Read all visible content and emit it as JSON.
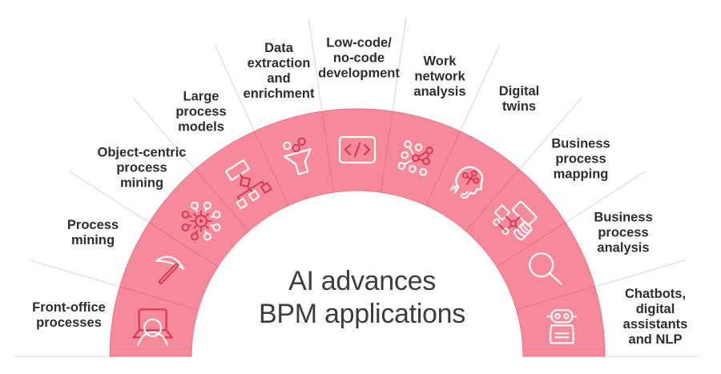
{
  "title": {
    "line1": "AI advances",
    "line2": "BPM applications"
  },
  "segments": [
    {
      "id": "front-office-processes",
      "label": "Front-office\nprocesses",
      "icon": "person-laptop-icon"
    },
    {
      "id": "process-mining",
      "label": "Process\nmining",
      "icon": "pickaxe-icon"
    },
    {
      "id": "object-centric-process-mining",
      "label": "Object-centric\nprocess\nmining",
      "icon": "hub-nodes-icon"
    },
    {
      "id": "large-process-models",
      "label": "Large\nprocess\nmodels",
      "icon": "flowchart-icon"
    },
    {
      "id": "data-extraction-enrichment",
      "label": "Data\nextraction\nand\nenrichment",
      "icon": "funnel-icon"
    },
    {
      "id": "low-code-no-code-development",
      "label": "Low-code/\nno-code\ndevelopment",
      "icon": "code-brackets-icon"
    },
    {
      "id": "work-network-analysis",
      "label": "Work\nnetwork\nanalysis",
      "icon": "network-graph-icon"
    },
    {
      "id": "digital-twins",
      "label": "Digital\ntwins",
      "icon": "head-network-icon"
    },
    {
      "id": "business-process-mapping",
      "label": "Business\nprocess\nmapping",
      "icon": "process-map-icon"
    },
    {
      "id": "business-process-analysis",
      "label": "Business\nprocess\nanalysis",
      "icon": "magnifier-icon"
    },
    {
      "id": "chatbots-digital-assistants-nlp",
      "label": "Chatbots, digital\nassistants\nand NLP",
      "icon": "robot-icon"
    }
  ],
  "colors": {
    "arc_fill": "#f6899a",
    "arc_divider": "#ee7086",
    "icon_red": "#d63a50",
    "icon_white": "#ffffff",
    "guide_line": "#e7d6d7",
    "title_text": "#3d3d3d",
    "label_text": "#2d2d2d"
  }
}
